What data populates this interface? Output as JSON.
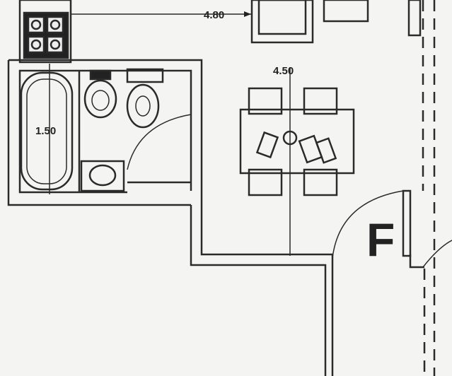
{
  "dimensions": {
    "width_top": "4.80",
    "height_living": "4.50",
    "bathtub_length": "1.50"
  },
  "room_label": "F",
  "colors": {
    "ink": "#222222",
    "paper": "#f4f4f2"
  }
}
